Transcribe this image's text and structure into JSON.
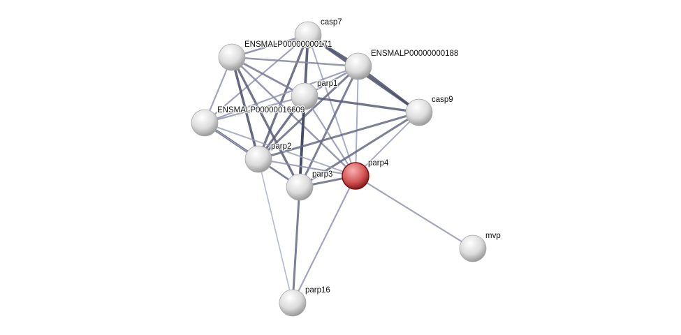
{
  "network": {
    "nodes": [
      {
        "id": "ENSMALP00000000171",
        "label": "ENSMALP00000000171",
        "color": "#d8d8d8"
      },
      {
        "id": "casp7",
        "label": "casp7",
        "color": "#d8d8d8"
      },
      {
        "id": "ENSMALP00000000188",
        "label": "ENSMALP00000000188",
        "color": "#d8d8d8"
      },
      {
        "id": "parp1",
        "label": "parp1",
        "color": "#d8d8d8"
      },
      {
        "id": "casp9",
        "label": "casp9",
        "color": "#d8d8d8"
      },
      {
        "id": "ENSMALP00000016609",
        "label": "ENSMALP00000016609",
        "color": "#d8d8d8"
      },
      {
        "id": "parp2",
        "label": "parp2",
        "color": "#d8d8d8"
      },
      {
        "id": "parp3",
        "label": "parp3",
        "color": "#d8d8d8"
      },
      {
        "id": "parp4",
        "label": "parp4",
        "color": "#d85a5a"
      },
      {
        "id": "mvp",
        "label": "mvp",
        "color": "#d8d8d8"
      },
      {
        "id": "parp16",
        "label": "parp16",
        "color": "#d8d8d8"
      }
    ],
    "edges": [
      [
        "casp7",
        "ENSMALP00000000171",
        0.5
      ],
      [
        "casp7",
        "ENSMALP00000000188",
        0.9
      ],
      [
        "casp7",
        "casp9",
        0.9
      ],
      [
        "casp7",
        "parp2",
        0.8
      ],
      [
        "casp7",
        "parp3",
        0.95
      ],
      [
        "casp7",
        "ENSMALP00000016609",
        0.4
      ],
      [
        "casp7",
        "parp4",
        0.3
      ],
      [
        "ENSMALP00000000171",
        "ENSMALP00000000188",
        0.5
      ],
      [
        "ENSMALP00000000171",
        "parp1",
        0.6
      ],
      [
        "ENSMALP00000000171",
        "ENSMALP00000016609",
        0.4
      ],
      [
        "ENSMALP00000000171",
        "parp2",
        0.9
      ],
      [
        "ENSMALP00000000171",
        "parp3",
        0.8
      ],
      [
        "ENSMALP00000000171",
        "parp4",
        0.5
      ],
      [
        "ENSMALP00000000188",
        "casp9",
        0.9
      ],
      [
        "ENSMALP00000000188",
        "parp1",
        0.5
      ],
      [
        "ENSMALP00000000188",
        "ENSMALP00000016609",
        0.4
      ],
      [
        "ENSMALP00000000188",
        "parp2",
        0.7
      ],
      [
        "ENSMALP00000000188",
        "parp3",
        0.7
      ],
      [
        "ENSMALP00000000188",
        "parp4",
        0.3
      ],
      [
        "parp1",
        "casp9",
        0.8
      ],
      [
        "parp1",
        "ENSMALP00000016609",
        0.4
      ],
      [
        "parp1",
        "parp2",
        0.8
      ],
      [
        "parp1",
        "parp3",
        0.95
      ],
      [
        "parp1",
        "parp4",
        0.4
      ],
      [
        "casp9",
        "parp2",
        0.7
      ],
      [
        "casp9",
        "parp3",
        0.7
      ],
      [
        "casp9",
        "parp4",
        0.3
      ],
      [
        "ENSMALP00000016609",
        "parp2",
        0.9
      ],
      [
        "ENSMALP00000016609",
        "parp3",
        0.3
      ],
      [
        "ENSMALP00000016609",
        "parp4",
        0.3
      ],
      [
        "parp2",
        "parp3",
        0.6
      ],
      [
        "parp2",
        "parp4",
        0.4
      ],
      [
        "parp2",
        "parp16",
        0.2
      ],
      [
        "parp3",
        "parp4",
        0.7
      ],
      [
        "parp3",
        "parp16",
        0.7
      ],
      [
        "parp4",
        "mvp",
        0.4
      ],
      [
        "parp4",
        "parp16",
        0.4
      ]
    ]
  }
}
